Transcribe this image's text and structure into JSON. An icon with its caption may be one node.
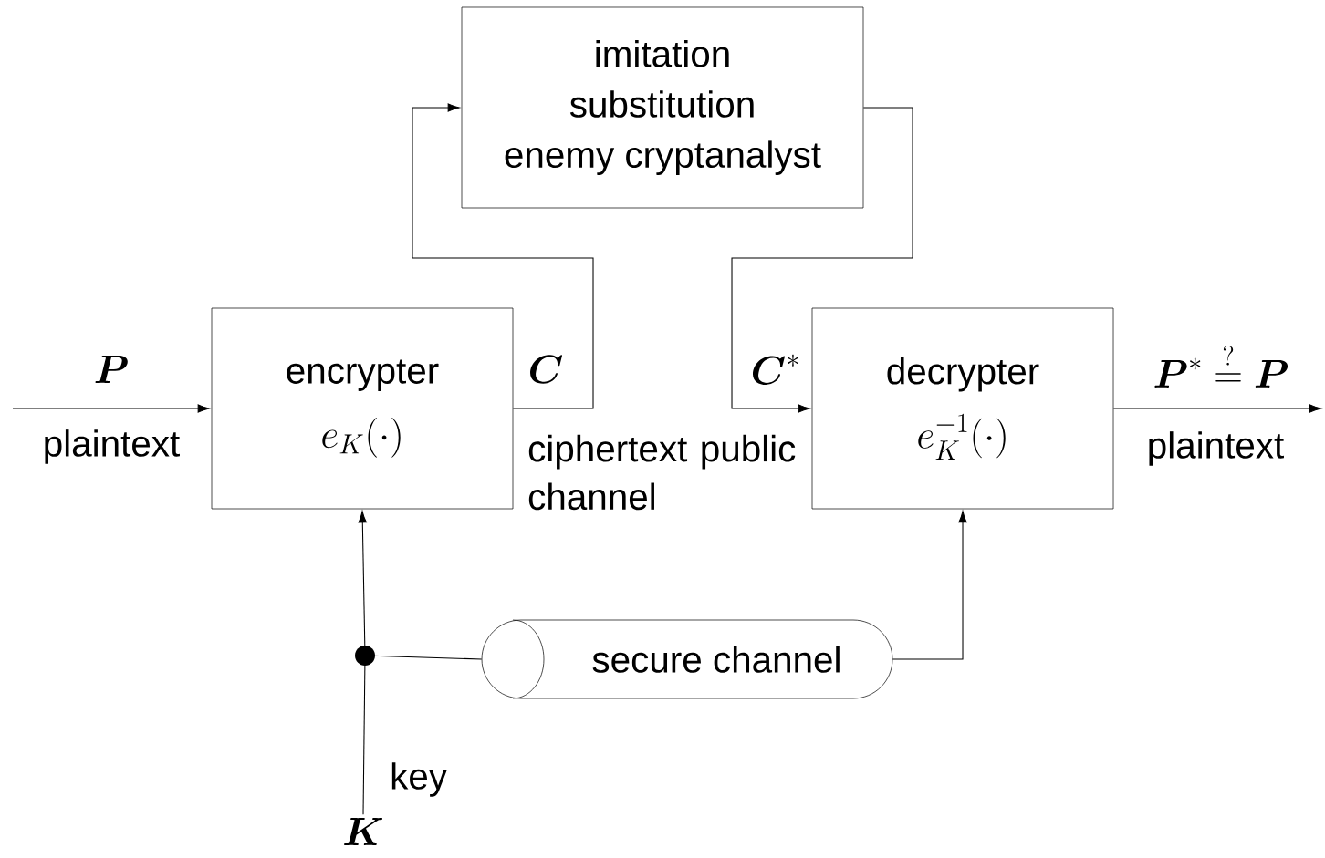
{
  "diagram": {
    "nodes": [
      {
        "text": [
          "imitation",
          "substitution",
          "enemy cryptanalyst"
        ]
      },
      {
        "text": [
          "encrypter",
          "e_K(\\cdot)"
        ]
      },
      {
        "text": [
          "decrypter",
          "e_K^{-1}(\\cdot)"
        ]
      },
      {
        "text": [
          "secure channel"
        ]
      },
      {
        "text": [],
        "shape": "circle"
      },
      {
        "text": [
          "\\boldsymbol{K}"
        ]
      }
    ],
    "edges": [
      {
        "from": null,
        "to": 1,
        "arrow": "to"
      },
      {
        "from": 1,
        "to": 0,
        "arrow": "to"
      },
      {
        "from": 0,
        "to": 2,
        "arrow": "to"
      },
      {
        "from": 2,
        "to": null,
        "arrow": "to"
      },
      {
        "from": 5,
        "to": 4,
        "arrow": "none"
      },
      {
        "from": 4,
        "to": 1,
        "arrow": "to"
      },
      {
        "from": 4,
        "to": 3,
        "arrow": "none"
      },
      {
        "from": 3,
        "to": 2,
        "arrow": "to"
      }
    ],
    "labels": [
      "\\boldsymbol{P}",
      "plaintext",
      "\\boldsymbol{C}",
      "ciphertext public channel",
      "\\boldsymbol{C}^*",
      "\\boldsymbol{P}^* \\stackrel{?}{=} \\boldsymbol{P}",
      "plaintext",
      "key"
    ]
  }
}
